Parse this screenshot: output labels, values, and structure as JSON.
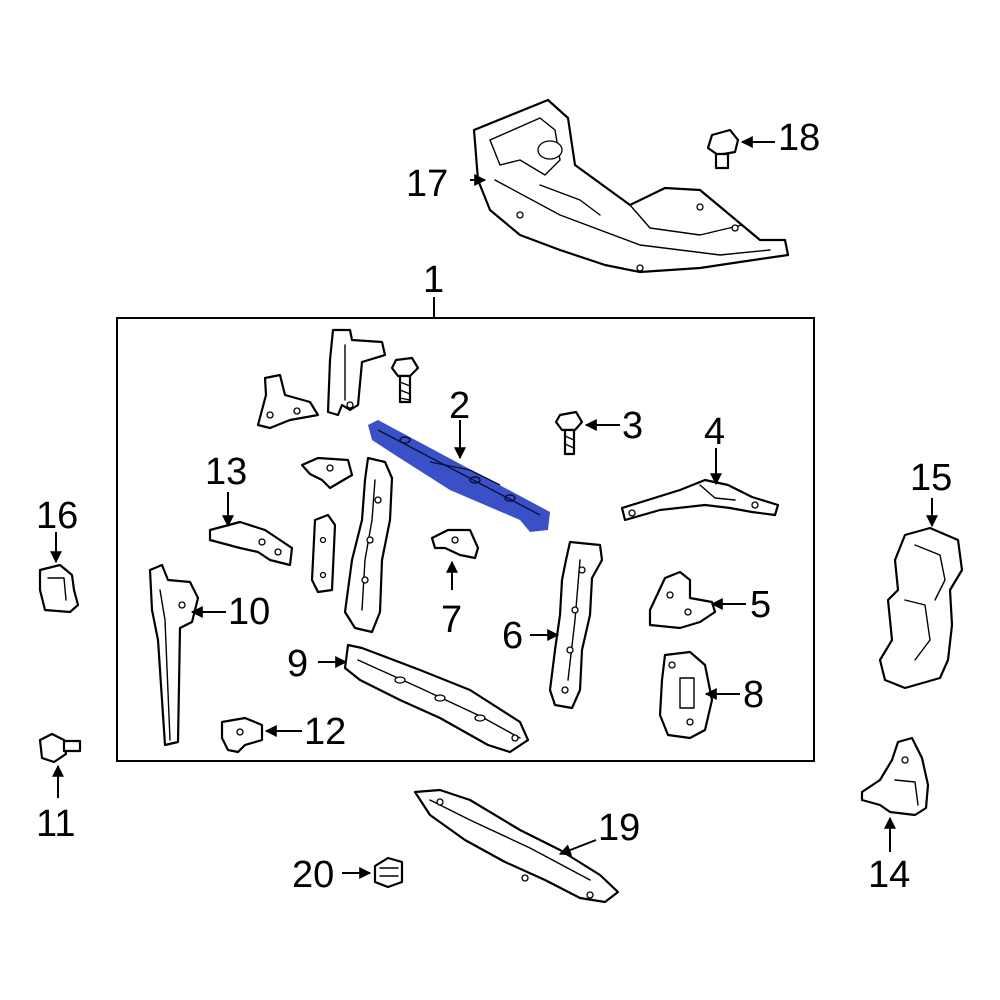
{
  "highlight_color": "#3a50c6",
  "callouts": {
    "c1": "1",
    "c2": "2",
    "c3": "3",
    "c4": "4",
    "c5": "5",
    "c6": "6",
    "c7": "7",
    "c8": "8",
    "c9": "9",
    "c10": "10",
    "c11": "11",
    "c12": "12",
    "c13": "13",
    "c14": "14",
    "c15": "15",
    "c16": "16",
    "c17": "17",
    "c18": "18",
    "c19": "19",
    "c20": "20"
  }
}
